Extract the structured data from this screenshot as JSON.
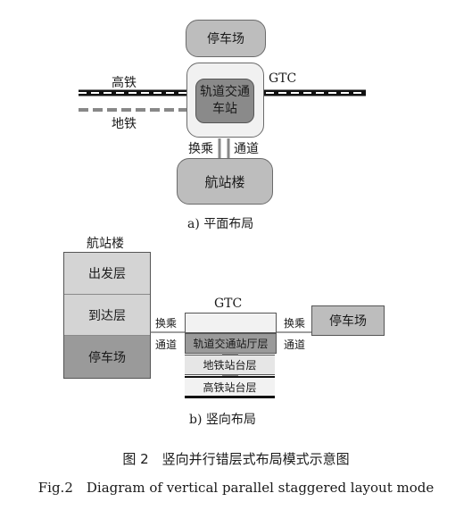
{
  "plan": {
    "parking": "停车场",
    "hsr": "高铁",
    "gtc": "GTC",
    "metro": "地铁",
    "hub_line1": "轨道交通",
    "hub_line2": "车站",
    "transfer": "换乘",
    "corridor": "通道",
    "terminal": "航站楼",
    "caption": "a) 平面布局"
  },
  "section": {
    "terminal_title": "航站楼",
    "departure": "出发层",
    "arrival": "到达层",
    "parking": "停车场",
    "transfer_left": "换乘",
    "corridor_left": "通道",
    "gtc": "GTC",
    "concourse": "轨道交通站厅层",
    "metro_platform": "地铁站台层",
    "hsr_platform": "高铁站台层",
    "transfer_right": "换乘",
    "corridor_right": "通道",
    "parking_right": "停车场",
    "caption": "b) 竖向布局"
  },
  "figure": {
    "title_cn": "图 2　竖向并行错层式布局模式示意图",
    "title_en": "Fig.2　Diagram of vertical parallel staggered layout mode"
  }
}
